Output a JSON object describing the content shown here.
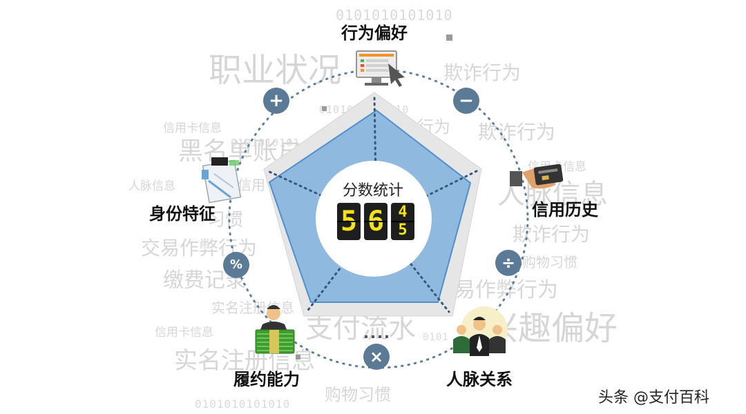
{
  "background_words": {
    "w1": "职业状况",
    "w2": "欺诈行为",
    "w3": "信用卡信息",
    "w4": "黑名单账户",
    "w5": "欺诈行为",
    "w6": "人脉信息",
    "w7": "信用卡信息",
    "w8": "人脉信息",
    "w9": "习惯",
    "w10": "交易作弊行为",
    "w11": "欺诈行为",
    "w12": "购物习惯",
    "w13": "缴费记录",
    "w14": "实名注册信息",
    "w15": "交易作弊行为",
    "w16": "支付流水",
    "w17": "兴趣偏好",
    "w18": "信用卡信息",
    "w19": "实名注册信息",
    "w20": "购物习惯",
    "w21": "行为",
    "w22": "信用"
  },
  "binary_strings": {
    "b1": "0101010101010",
    "b2": "0101010101010",
    "b3": "0101010101",
    "b4": "0101010101010",
    "b5": "0101"
  },
  "categories": {
    "top": "行为偏好",
    "right": "信用历史",
    "bottom_right": "人脉关系",
    "bottom_left": "履约能力",
    "left": "身份特征"
  },
  "operators": {
    "plus": "+",
    "minus": "−",
    "divide": "÷",
    "times": "×",
    "percent": "%"
  },
  "score": {
    "title": "分数统计",
    "digit1": "5",
    "digit2": "6",
    "digit3_top": "4",
    "digit3_bottom": "5"
  },
  "watermark": "头条 @支付百科",
  "colors": {
    "pentagon_fill": "#8fb9de",
    "pentagon_stroke": "#4f8fcc",
    "outer_shape": "#e6e6e6",
    "badge": "#5a7a96",
    "dotted_ring": "#5d7d98",
    "digit_color": "#f2e21a"
  }
}
